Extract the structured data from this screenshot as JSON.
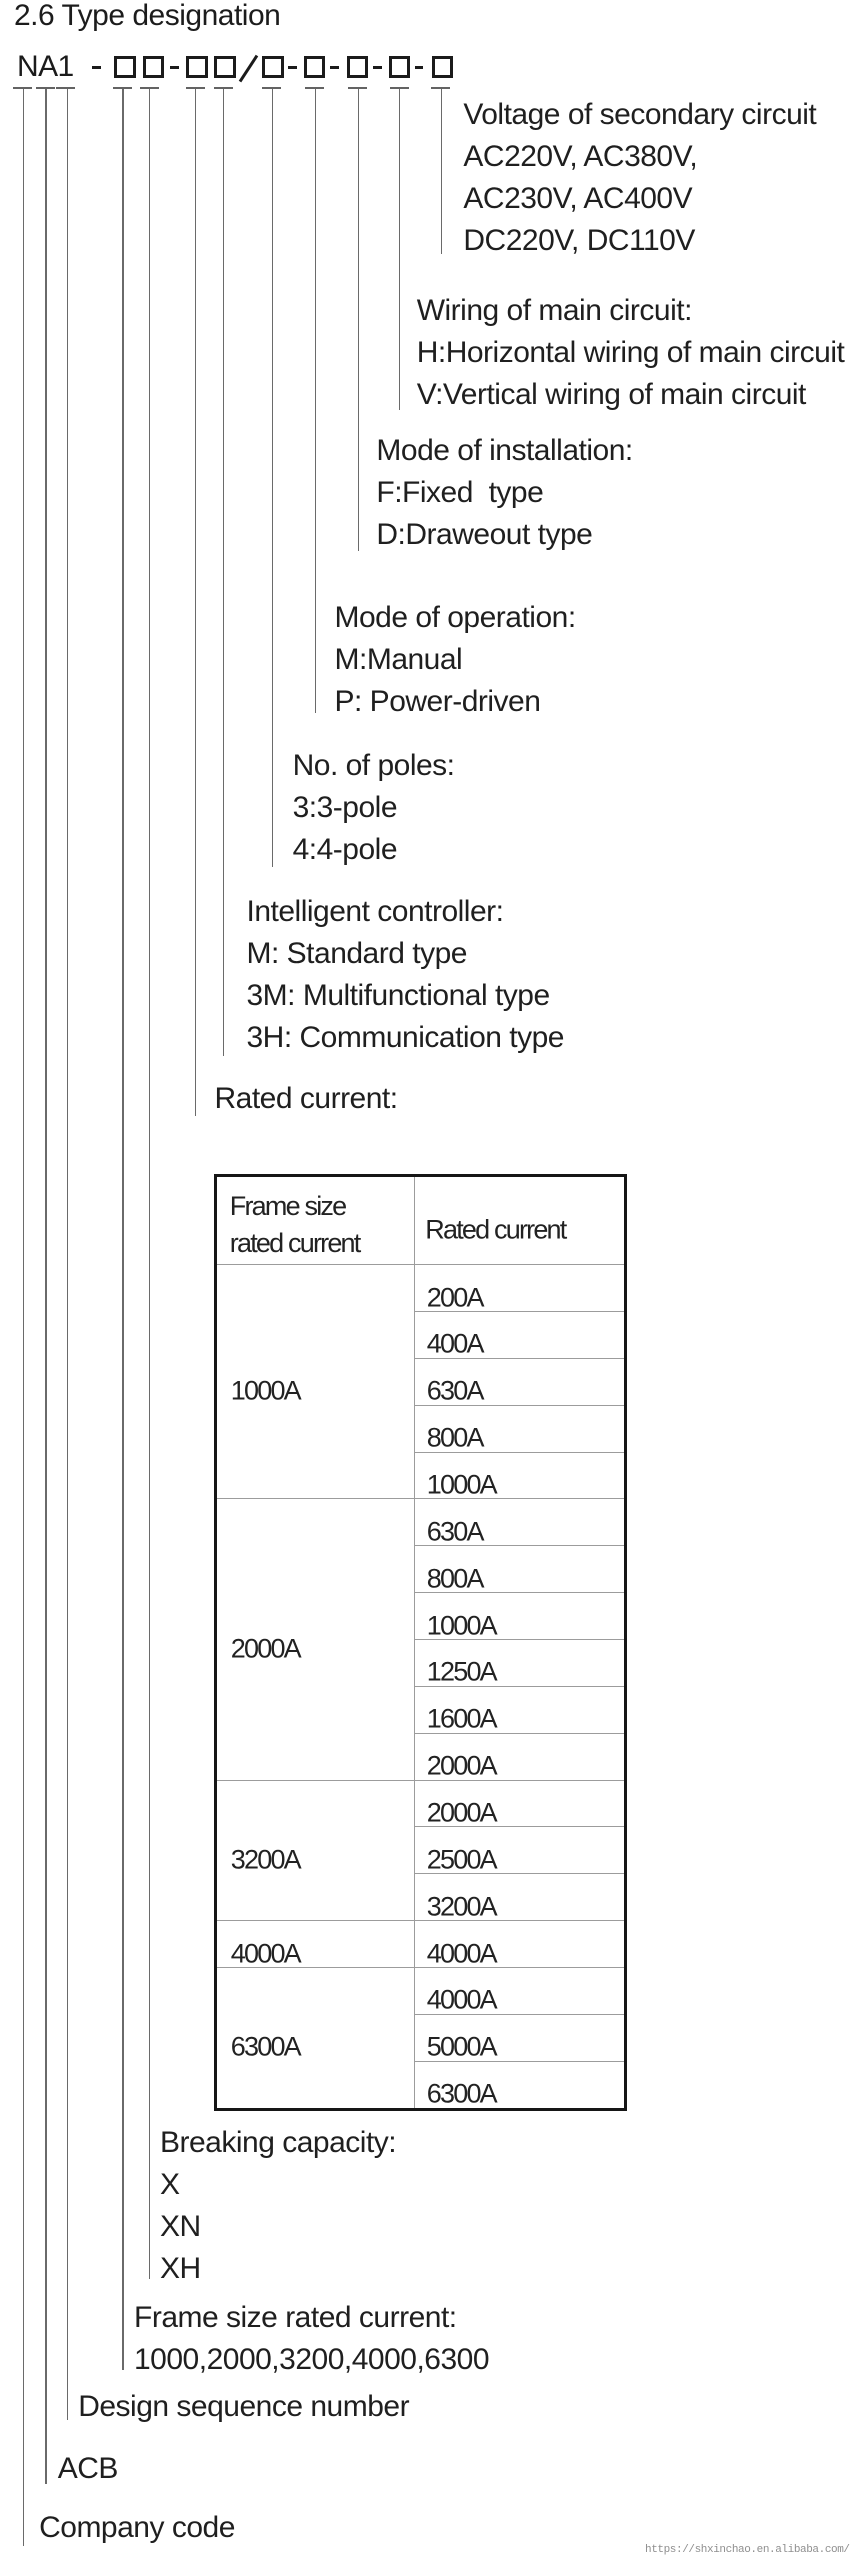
{
  "title": "2.6 Type designation",
  "designation": {
    "prefix": "NA1",
    "dash": "-",
    "slash": "/",
    "box_count": 9,
    "pattern": "NA1-[][]-[][]/[]-[]-[]-[]-[]"
  },
  "callouts": [
    {
      "id": "voltage-of-secondary-circuit",
      "lines": [
        "Voltage of secondary circuit",
        "AC220V, AC380V,",
        "AC230V, AC400V",
        "DC220V, DC110V"
      ]
    },
    {
      "id": "wiring-of-main-circuit",
      "lines": [
        "Wiring of main circuit:",
        "H:Horizontal wiring of main circuit",
        "V:Vertical wiring of main circuit"
      ]
    },
    {
      "id": "mode-of-installation",
      "lines": [
        "Mode of installation:",
        "F:Fixed  type",
        "D:Draweout type"
      ]
    },
    {
      "id": "mode-of-operation",
      "lines": [
        "Mode of operation:",
        "M:Manual",
        "P: Power-driven"
      ]
    },
    {
      "id": "no-of-poles",
      "lines": [
        "No. of poles:",
        "3:3-pole",
        "4:4-pole"
      ]
    },
    {
      "id": "intelligent-controller",
      "lines": [
        "Intelligent controller:",
        "M: Standard type",
        "3M: Multifunctional type",
        "3H: Communication type"
      ]
    },
    {
      "id": "rated-current",
      "lines": [
        "Rated current:"
      ]
    },
    {
      "id": "breaking-capacity",
      "lines": [
        "Breaking capacity:",
        "X",
        "XN",
        "XH"
      ]
    },
    {
      "id": "frame-size-rated-current",
      "lines": [
        "Frame size rated current:",
        "1000,2000,3200,4000,6300"
      ]
    },
    {
      "id": "design-sequence-number",
      "lines": [
        "Design sequence number"
      ]
    },
    {
      "id": "acb",
      "lines": [
        "ACB"
      ]
    },
    {
      "id": "company-code",
      "lines": [
        "Company code"
      ]
    }
  ],
  "table": {
    "headers": {
      "col1": [
        "Frame size",
        "rated current"
      ],
      "col2": "Rated current"
    },
    "groups": [
      {
        "frame": "1000A",
        "currents": [
          "200A",
          "400A",
          "630A",
          "800A",
          "1000A"
        ]
      },
      {
        "frame": "2000A",
        "currents": [
          "630A",
          "800A",
          "1000A",
          "1250A",
          "1600A",
          "2000A"
        ]
      },
      {
        "frame": "3200A",
        "currents": [
          "2000A",
          "2500A",
          "3200A"
        ]
      },
      {
        "frame": "4000A",
        "currents": [
          "4000A"
        ]
      },
      {
        "frame": "6300A",
        "currents": [
          "4000A",
          "5000A",
          "6300A"
        ]
      }
    ]
  },
  "watermark": "https://shxinchao.en.alibaba.com/",
  "colors": {
    "ink": "#1f1f1f",
    "leader_line": "#6a6a6a",
    "table_outer_border": "#161616",
    "table_inner_border": "#9c9c9c",
    "watermark": "#8f8f8f",
    "background": "#ffffff"
  }
}
